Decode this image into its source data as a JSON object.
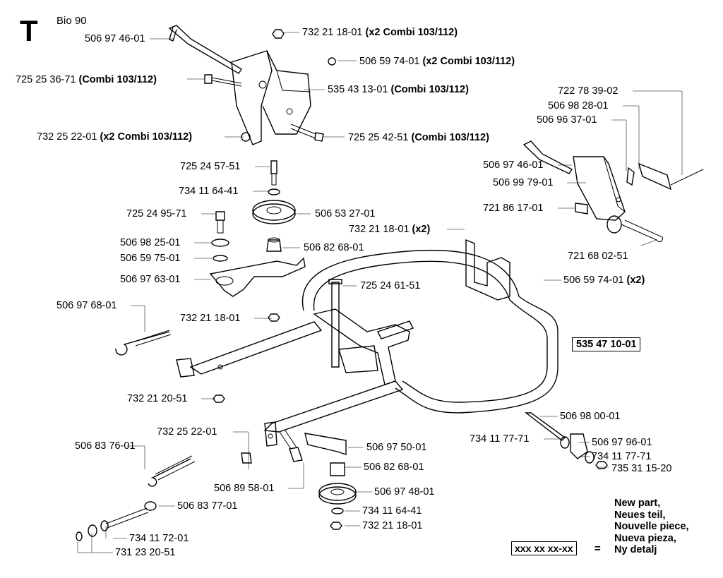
{
  "header": {
    "section_letter": "T",
    "model": "Bio 90"
  },
  "labels": [
    {
      "id": "p1",
      "num": "506 97 46-01",
      "note": ""
    },
    {
      "id": "p2",
      "num": "732 21 18-01",
      "note": "(x2 Combi 103/112)"
    },
    {
      "id": "p3",
      "num": "506 59 74-01",
      "note": "(x2 Combi 103/112)"
    },
    {
      "id": "p4",
      "num": "725 25 36-71",
      "note": "(Combi 103/112)"
    },
    {
      "id": "p5",
      "num": "535 43 13-01",
      "note": "(Combi 103/112)"
    },
    {
      "id": "p6",
      "num": "732 25 22-01",
      "note": "(x2 Combi 103/112)"
    },
    {
      "id": "p7",
      "num": "725 25 42-51",
      "note": "(Combi 103/112)"
    },
    {
      "id": "p8",
      "num": "722 78 39-02",
      "note": ""
    },
    {
      "id": "p9",
      "num": "506 98 28-01",
      "note": ""
    },
    {
      "id": "p10",
      "num": "506 96 37-01",
      "note": ""
    },
    {
      "id": "p11",
      "num": "506 97 46-01",
      "note": ""
    },
    {
      "id": "p12",
      "num": "506 99 79-01",
      "note": ""
    },
    {
      "id": "p13",
      "num": "721 86 17-01",
      "note": ""
    },
    {
      "id": "p14",
      "num": "721 68 02-51",
      "note": ""
    },
    {
      "id": "p15",
      "num": "725 24 57-51",
      "note": ""
    },
    {
      "id": "p16",
      "num": "734 11 64-41",
      "note": ""
    },
    {
      "id": "p17",
      "num": "725 24 95-71",
      "note": ""
    },
    {
      "id": "p18",
      "num": "506 53 27-01",
      "note": ""
    },
    {
      "id": "p19",
      "num": "506 98 25-01",
      "note": ""
    },
    {
      "id": "p20",
      "num": "506 59 75-01",
      "note": ""
    },
    {
      "id": "p21",
      "num": "506 82 68-01",
      "note": ""
    },
    {
      "id": "p22",
      "num": "732 21 18-01",
      "note": "(x2)"
    },
    {
      "id": "p23",
      "num": "506 97 63-01",
      "note": ""
    },
    {
      "id": "p24",
      "num": "506 59 74-01",
      "note": "(x2)"
    },
    {
      "id": "p25",
      "num": "725 24 61-51",
      "note": ""
    },
    {
      "id": "p26",
      "num": "506 97 68-01",
      "note": ""
    },
    {
      "id": "p27",
      "num": "732 21 18-01",
      "note": ""
    },
    {
      "id": "p28",
      "num": "732 21 20-51",
      "note": ""
    },
    {
      "id": "p29",
      "num": "506 98 00-01",
      "note": ""
    },
    {
      "id": "p30",
      "num": "734 11 77-71",
      "note": ""
    },
    {
      "id": "p31",
      "num": "506 97 96-01",
      "note": ""
    },
    {
      "id": "p32",
      "num": "734 11 77-71",
      "note": ""
    },
    {
      "id": "p33",
      "num": "735 31 15-20",
      "note": ""
    },
    {
      "id": "p34",
      "num": "732 25 22-01",
      "note": ""
    },
    {
      "id": "p35",
      "num": "506 97 50-01",
      "note": ""
    },
    {
      "id": "p36",
      "num": "506 83 76-01",
      "note": ""
    },
    {
      "id": "p37",
      "num": "506 82 68-01",
      "note": ""
    },
    {
      "id": "p38",
      "num": "506 89 58-01",
      "note": ""
    },
    {
      "id": "p39",
      "num": "506 97 48-01",
      "note": ""
    },
    {
      "id": "p40",
      "num": "506 83 77-01",
      "note": ""
    },
    {
      "id": "p41",
      "num": "734 11 64-41",
      "note": ""
    },
    {
      "id": "p42",
      "num": "732 21 18-01",
      "note": ""
    },
    {
      "id": "p43",
      "num": "734 11 72-01",
      "note": ""
    },
    {
      "id": "p44",
      "num": "731 23 20-51",
      "note": ""
    }
  ],
  "assembly_label": "535 47 10-01",
  "legend": {
    "code": "xxx xx xx-xx",
    "equals": "=",
    "lines": [
      "New part,",
      "Neues teil,",
      "Nouvelle piece,",
      "Nueva pieza,",
      "Ny detalj"
    ]
  }
}
